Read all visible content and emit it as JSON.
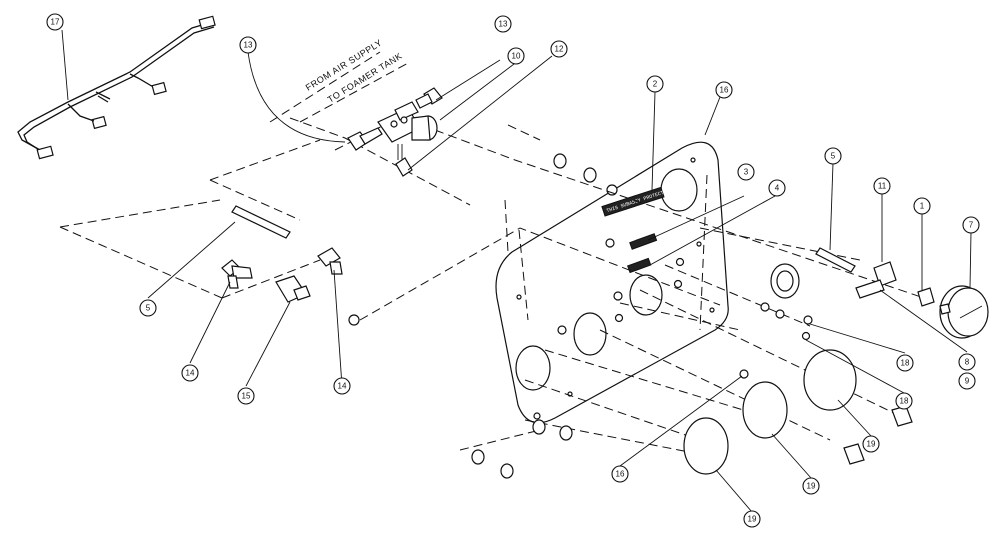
{
  "labels": {
    "from_air_supply": "FROM AIR SUPPLY",
    "to_foamer_tank": "TO FOAMER TANK",
    "plate_text": "THIS SUBASSY PROTECTED"
  },
  "callouts": [
    {
      "id": "c17",
      "text": "17"
    },
    {
      "id": "c13a",
      "text": "13"
    },
    {
      "id": "c13b",
      "text": "13"
    },
    {
      "id": "c10",
      "text": "10"
    },
    {
      "id": "c12",
      "text": "12"
    },
    {
      "id": "c2",
      "text": "2"
    },
    {
      "id": "c16a",
      "text": "16"
    },
    {
      "id": "c3",
      "text": "3"
    },
    {
      "id": "c4",
      "text": "4"
    },
    {
      "id": "c5a",
      "text": "5"
    },
    {
      "id": "c11",
      "text": "11"
    },
    {
      "id": "c1",
      "text": "1"
    },
    {
      "id": "c7",
      "text": "7"
    },
    {
      "id": "c5b",
      "text": "5"
    },
    {
      "id": "c14a",
      "text": "14"
    },
    {
      "id": "c15",
      "text": "15"
    },
    {
      "id": "c14b",
      "text": "14"
    },
    {
      "id": "c8",
      "text": "8"
    },
    {
      "id": "c9",
      "text": "9"
    },
    {
      "id": "c18a",
      "text": "18"
    },
    {
      "id": "c18b",
      "text": "18"
    },
    {
      "id": "c19a",
      "text": "19"
    },
    {
      "id": "c19b",
      "text": "19"
    },
    {
      "id": "c19c",
      "text": "19"
    },
    {
      "id": "c16b",
      "text": "16"
    }
  ]
}
